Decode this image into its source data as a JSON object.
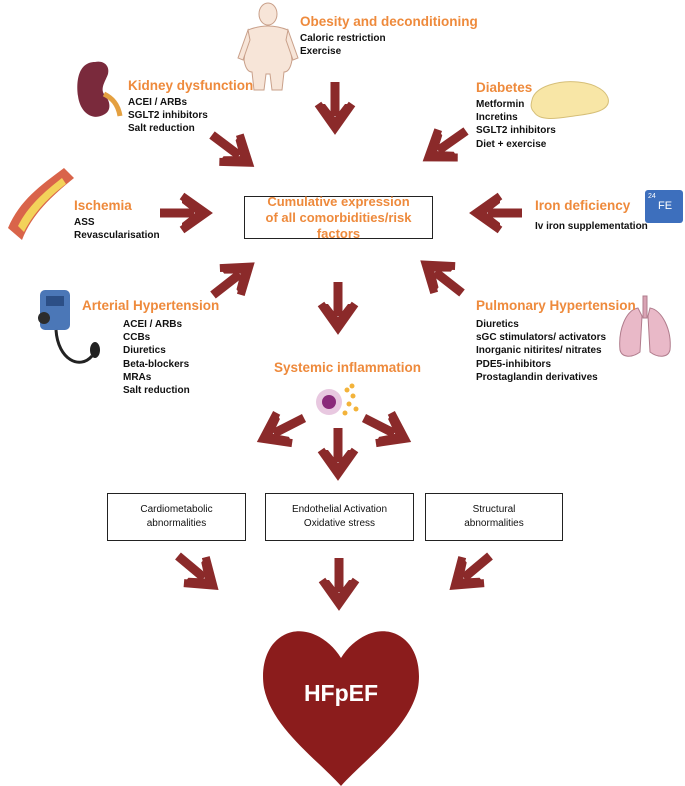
{
  "center": {
    "text": "Cumulative expression\nof all comorbidities/risk factors"
  },
  "factors": {
    "obesity": {
      "title": "Obesity and deconditioning",
      "items": [
        "Caloric restriction",
        "Exercise"
      ]
    },
    "kidney": {
      "title": "Kidney dysfunction",
      "items": [
        "ACEI / ARBs",
        "SGLT2 inhibitors",
        "Salt reduction"
      ]
    },
    "diabetes": {
      "title": "Diabetes",
      "items": [
        "Metformin",
        "Incretins",
        "SGLT2 inhibitors",
        "Diet + exercise"
      ]
    },
    "ischemia": {
      "title": "Ischemia",
      "items": [
        "ASS",
        "Revascularisation"
      ]
    },
    "iron": {
      "title": "Iron deficiency",
      "items": [
        "Iv iron supplementation"
      ]
    },
    "arterial": {
      "title": "Arterial Hypertension",
      "items": [
        "ACEI / ARBs",
        "CCBs",
        "Diuretics",
        "Beta-blockers",
        "MRAs",
        "Salt reduction"
      ]
    },
    "pulmonary": {
      "title": "Pulmonary Hypertension",
      "items": [
        "Diuretics",
        "sGC stimulators/ activators",
        "Inorganic nitirites/ nitrates",
        "PDE5-inhibitors",
        "Prostaglandin derivatives"
      ]
    }
  },
  "inflammation": {
    "title": "Systemic inflammation"
  },
  "outcomes": {
    "cardio": "Cardiometabolic\nabnormalities",
    "endo": "Endothelial Activation\nOxidative stress",
    "structural": "Structural\nabnormalities"
  },
  "hfpef": {
    "label": "HFpEF"
  },
  "fe_icon": {
    "number": "24",
    "symbol": "FE"
  },
  "colors": {
    "arrow": "#8b2a2a",
    "accent": "#ee8a3c",
    "heart": "#8b1c1c"
  },
  "icons": [
    "person-icon",
    "kidney-icon",
    "pancreas-icon",
    "artery-icon",
    "iron-element-icon",
    "blood-pressure-cuff-icon",
    "lungs-icon",
    "inflammatory-cell-icon",
    "heart-icon"
  ]
}
